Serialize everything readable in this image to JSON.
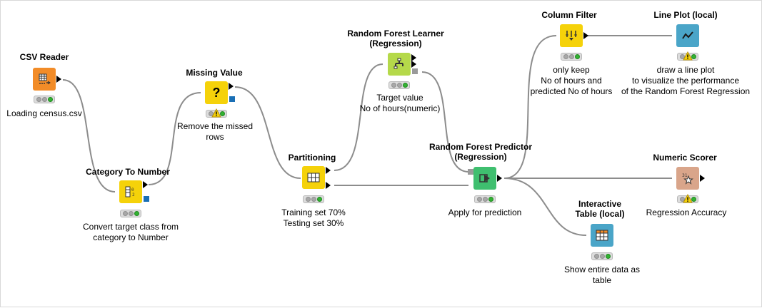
{
  "nodes": {
    "csv_reader": {
      "title": "CSV Reader",
      "desc": [
        "Loading census.csv"
      ],
      "color": "#f28c28"
    },
    "category_to_number": {
      "title": "Category To Number",
      "desc": [
        "Convert target class from",
        "category to Number"
      ],
      "color": "#f5d20a"
    },
    "missing_value": {
      "title": "Missing Value",
      "desc": [
        "Remove the missed",
        "rows"
      ],
      "color": "#f5d20a",
      "icon_text": "?"
    },
    "partitioning": {
      "title": "Partitioning",
      "desc": [
        "Training set 70%",
        "Testing set 30%"
      ],
      "color": "#f5d20a"
    },
    "rf_learner": {
      "title": [
        "Random Forest Learner",
        "(Regression)"
      ],
      "desc": [
        "Target value",
        "No of hours(numeric)"
      ],
      "color": "#b5d94a"
    },
    "rf_predictor": {
      "title": [
        "Random Forest Predictor",
        "(Regression)"
      ],
      "desc": [
        "Apply for prediction"
      ],
      "color": "#3fbf6f"
    },
    "column_filter": {
      "title": "Column Filter",
      "desc": [
        "only keep",
        "No of hours and",
        "predicted No of hours"
      ],
      "color": "#f5d20a"
    },
    "line_plot": {
      "title": "Line Plot (local)",
      "desc": [
        "draw a line plot",
        "to visualize the performance",
        "of the Random Forest Regression"
      ],
      "color": "#4aa5c8"
    },
    "numeric_scorer": {
      "title": "Numeric Scorer",
      "desc": [
        "Regression Accuracy"
      ],
      "color": "#d9a58a"
    },
    "interactive_table": {
      "title": [
        "Interactive",
        "Table (local)"
      ],
      "desc": [
        "Show entire data as",
        "table"
      ],
      "color": "#4aa5c8"
    }
  },
  "icons": {
    "csv_reader": "table-reader-icon",
    "category_to_number": "category-to-number-icon",
    "missing_value": "question-mark-icon",
    "partitioning": "partition-grid-icon",
    "rf_learner": "tree-learner-icon",
    "rf_predictor": "predictor-icon",
    "column_filter": "column-filter-icon",
    "line_plot": "line-plot-icon",
    "numeric_scorer": "scorer-icon",
    "interactive_table": "table-view-icon"
  },
  "status_colors": {
    "executed": "#33b233",
    "idle": "#a8a8a8",
    "warning": "#f5d20a",
    "model_port": "#1a6fb5"
  }
}
